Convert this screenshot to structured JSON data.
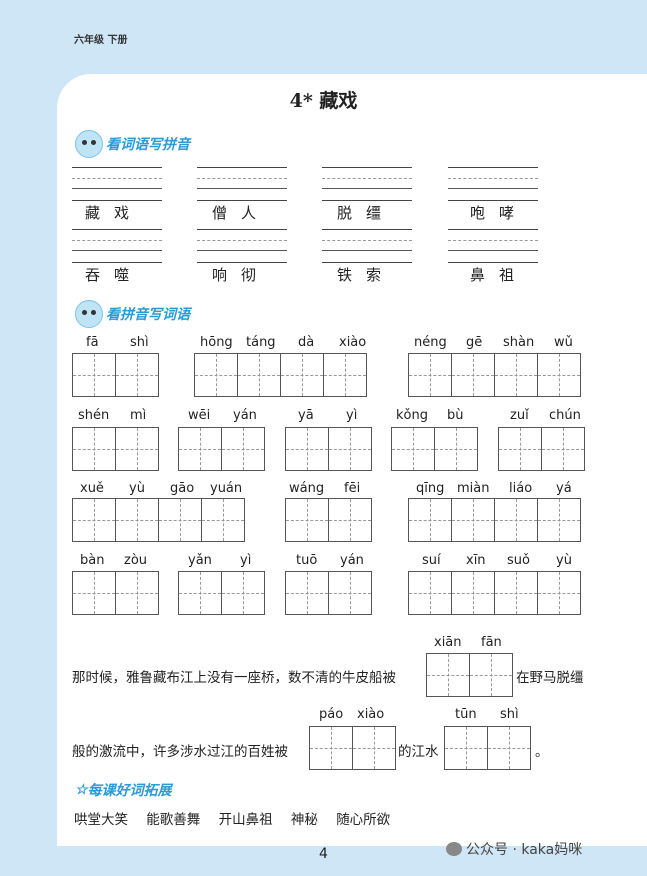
{
  "header": {
    "grade": "六年级 下册",
    "title": "4*   藏戏"
  },
  "section1": {
    "title": "看词语写拼音",
    "words": [
      "藏戏",
      "僧人",
      "脱缰",
      "咆哮",
      "吞噬",
      "响彻",
      "铁索",
      "鼻祖"
    ]
  },
  "section2": {
    "title": "看拼音写词语",
    "row1": [
      "fā",
      "shì",
      "hōng",
      "táng",
      "dà",
      "xiào",
      "néng",
      "gē",
      "shàn",
      "wǔ"
    ],
    "row2": [
      "shén",
      "mì",
      "wēi",
      "yán",
      "yā",
      "yì",
      "kǒng",
      "bù",
      "zuǐ",
      "chún"
    ],
    "row3": [
      "xuě",
      "yù",
      "gāo",
      "yuán",
      "wáng",
      "fēi",
      "qīng",
      "miàn",
      "liáo",
      "yá"
    ],
    "row4": [
      "bàn",
      "zòu",
      "yǎn",
      "yì",
      "tuō",
      "yán",
      "suí",
      "xīn",
      "suǒ",
      "yù"
    ]
  },
  "sentences": {
    "s1": "那时候，雅鲁藏布江上没有一座桥，数不清的牛皮船被",
    "s1_py": [
      "xiān",
      "fān"
    ],
    "s1_end": "在野马脱缰",
    "s2": "般的激流中，许多涉水过江的百姓被",
    "s2_py1": [
      "páo",
      "xiào"
    ],
    "s2_mid": "的江水",
    "s2_py2": [
      "tūn",
      "shì"
    ],
    "s2_end": "。"
  },
  "section3": {
    "title": "每课好词拓展",
    "star": "☆",
    "idioms": [
      "哄堂大笑",
      "能歌善舞",
      "开山鼻祖",
      "神秘",
      "随心所欲"
    ]
  },
  "footer": {
    "page": "4",
    "watermark": "公众号 · kaka妈咪"
  }
}
